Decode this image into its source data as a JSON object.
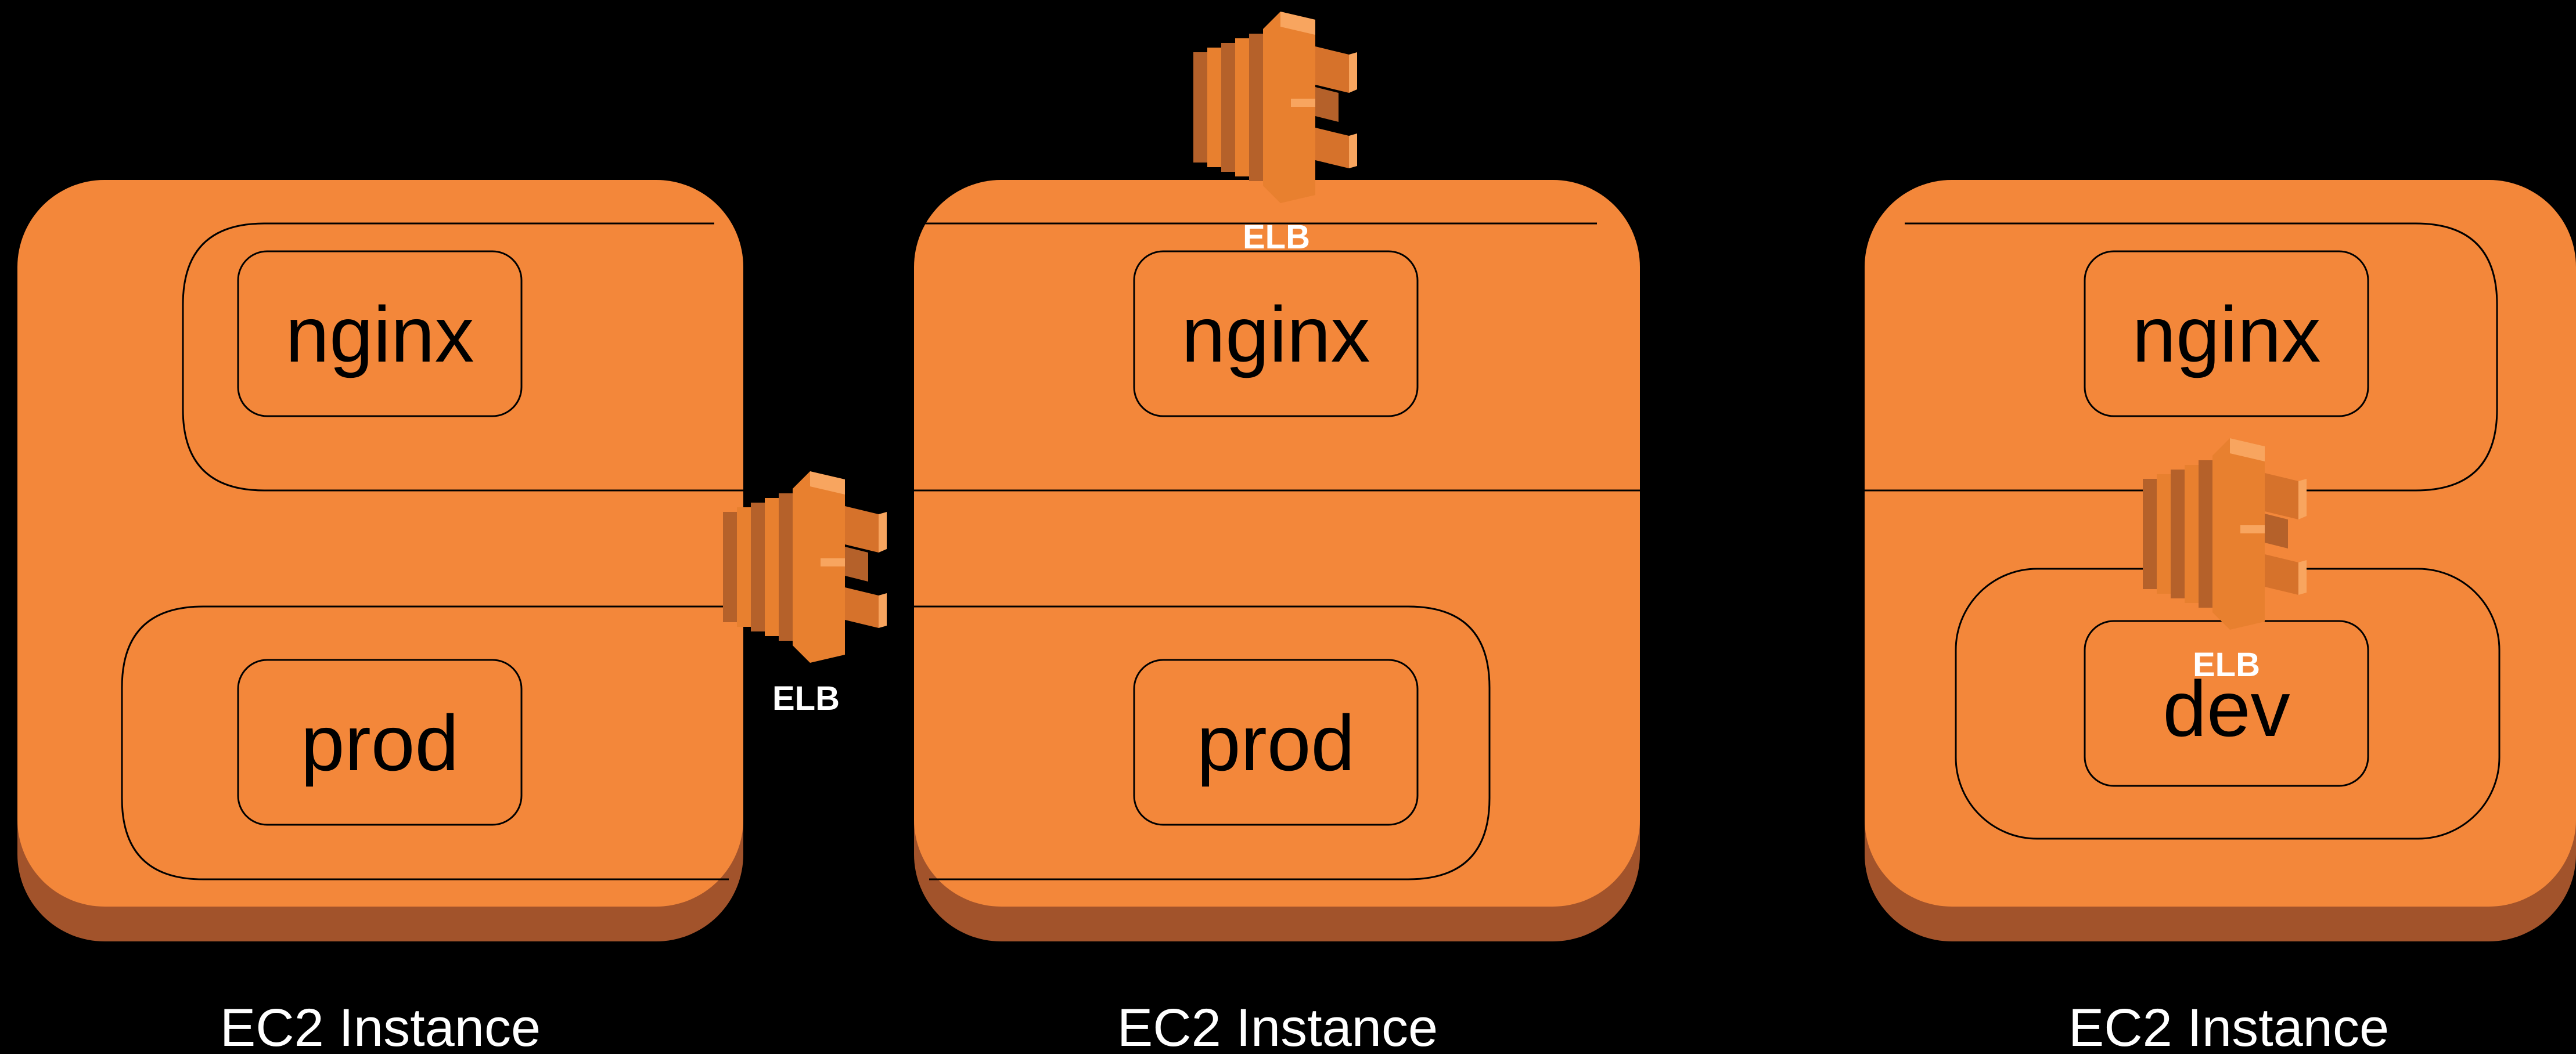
{
  "colors": {
    "background": "#000000",
    "instance_fill": "#F3873A",
    "instance_shadow": "#A2532B",
    "elb_icon": "#E8802F",
    "caption_text": "#FFFFFF",
    "service_text": "#000000"
  },
  "instances": [
    {
      "caption": "EC2 Instance",
      "services": {
        "top": "nginx",
        "bottom": "prod"
      }
    },
    {
      "caption": "EC2 Instance",
      "services": {
        "top": "nginx",
        "bottom": "prod"
      }
    },
    {
      "caption": "EC2 Instance",
      "services": {
        "top": "nginx",
        "bottom": "dev"
      }
    }
  ],
  "load_balancers": [
    {
      "label": "ELB",
      "icon": "elb-icon"
    },
    {
      "label": "ELB",
      "icon": "elb-icon"
    },
    {
      "label": "ELB",
      "icon": "elb-icon"
    }
  ]
}
